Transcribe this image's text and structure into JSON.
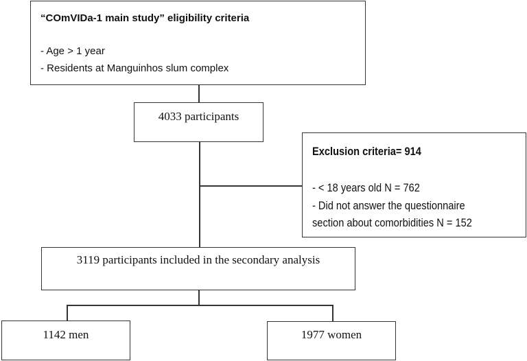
{
  "eligibility": {
    "title": "“COmVIDa-1 main study” eligibility criteria",
    "items": [
      "- Age > 1 year",
      "- Residents at Manguinhos slum complex"
    ]
  },
  "total": {
    "label": "4033 participants"
  },
  "exclusion": {
    "title": "Exclusion criteria= 914",
    "items": [
      "- < 18 years old N = 762",
      "- Did not answer the questionnaire",
      "section about comorbidities N = 152"
    ]
  },
  "included": {
    "label": "3119 participants included in the secondary analysis"
  },
  "men": {
    "label": "1142 men"
  },
  "women": {
    "label": "1977 women"
  }
}
